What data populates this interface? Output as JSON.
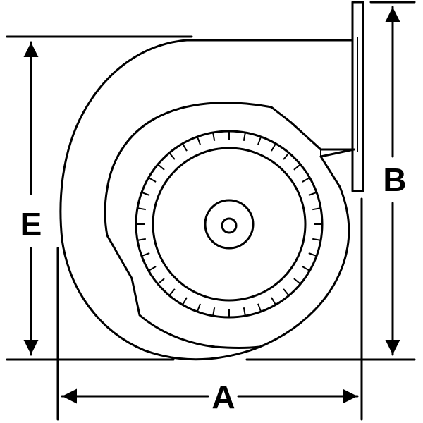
{
  "diagram": {
    "labels": {
      "width": "A",
      "outlet_height": "B",
      "height": "E"
    },
    "colors": {
      "line": "#000000",
      "background": "#ffffff"
    }
  }
}
